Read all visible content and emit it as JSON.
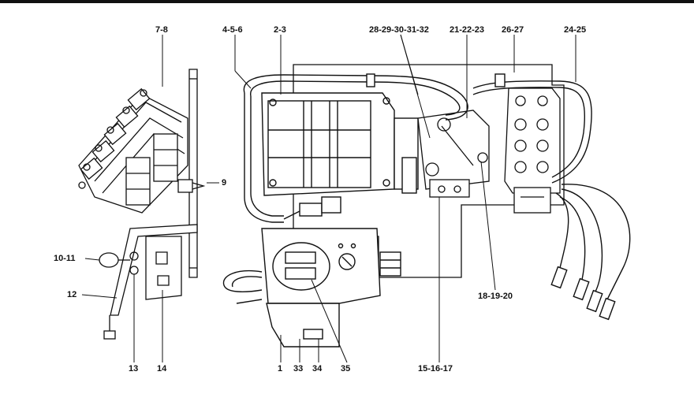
{
  "callouts": {
    "c_7_8": "7-8",
    "c_4_5_6": "4-5-6",
    "c_2_3": "2-3",
    "c_28_32": "28-29-30-31-32",
    "c_21_23": "21-22-23",
    "c_26_27": "26-27",
    "c_24_25": "24-25",
    "c_9": "9",
    "c_10_11": "10-11",
    "c_12": "12",
    "c_13": "13",
    "c_14": "14",
    "c_1": "1",
    "c_33": "33",
    "c_34": "34",
    "c_35": "35",
    "c_15_17": "15-16-17",
    "c_18_20": "18-19-20"
  }
}
